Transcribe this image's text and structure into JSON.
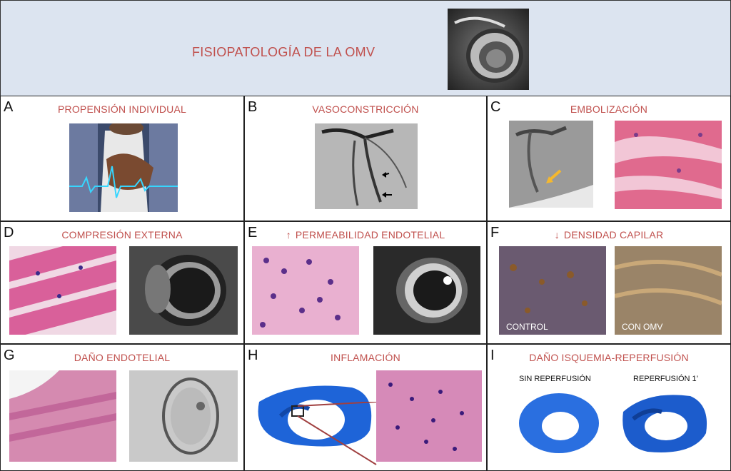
{
  "title": "FISIOPATOLOGÍA DE LA OMV",
  "panels": {
    "A": {
      "letter": "A",
      "title": "PROPENSIÓN INDIVIDUAL"
    },
    "B": {
      "letter": "B",
      "title": "VASOCONSTRICCIÓN"
    },
    "C": {
      "letter": "C",
      "title": "EMBOLIZACIÓN"
    },
    "D": {
      "letter": "D",
      "title": "COMPRESIÓN EXTERNA"
    },
    "E": {
      "letter": "E",
      "title": "PERMEABILIDAD ENDOTELIAL",
      "arrow": "↑"
    },
    "F": {
      "letter": "F",
      "title": "DENSIDAD CAPILAR",
      "arrow": "↓",
      "caption_left": "CONTROL",
      "caption_right": "CON OMV"
    },
    "G": {
      "letter": "G",
      "title": "DAÑO ENDOTELIAL"
    },
    "H": {
      "letter": "H",
      "title": "INFLAMACIÓN"
    },
    "I": {
      "letter": "I",
      "title": "DAÑO ISQUEMIA-REPERFUSIÓN",
      "label_left": "SIN REPERFUSIÓN",
      "label_right": "REPERFUSIÓN 1’"
    }
  },
  "colors": {
    "title": "#c0504d",
    "header_bg": "#dce4f0",
    "histology_pink": "#d77fb0",
    "heart_blue": "#1e64d8"
  }
}
